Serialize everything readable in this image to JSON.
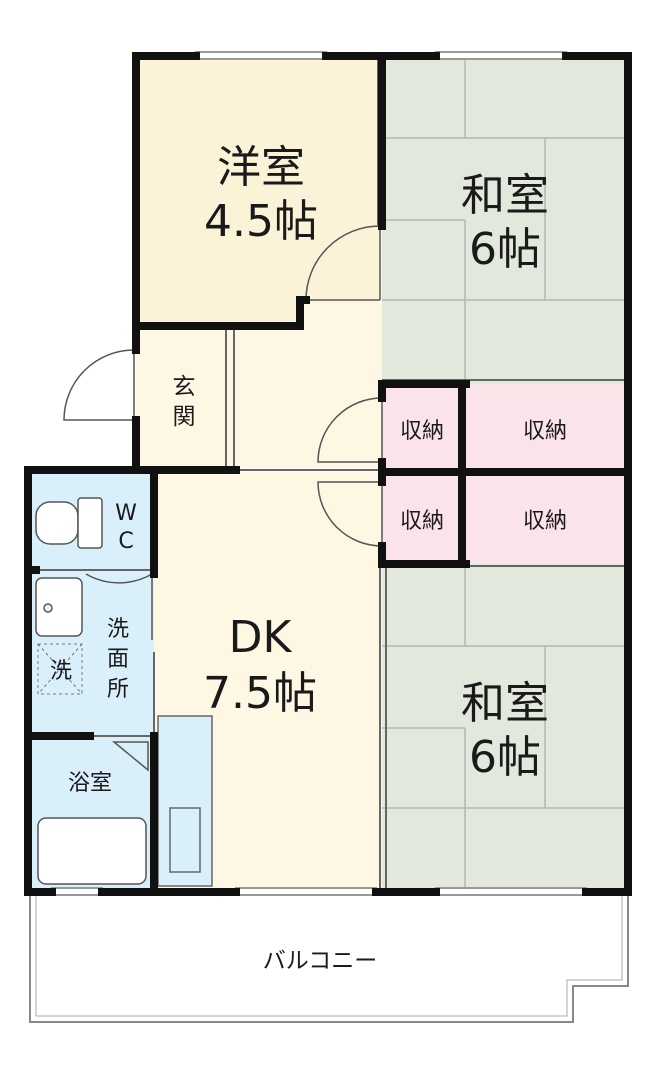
{
  "rooms": {
    "western": {
      "name": "洋室",
      "size": "4.5帖"
    },
    "japanese_top": {
      "name": "和室",
      "size": "6帖"
    },
    "japanese_bottom": {
      "name": "和室",
      "size": "6帖"
    },
    "dk": {
      "name": "DK",
      "size": "7.5帖"
    },
    "entrance": {
      "char1": "玄",
      "char2": "関"
    },
    "wc": {
      "char1": "W",
      "char2": "C"
    },
    "washroom": {
      "char1": "洗",
      "char2": "面",
      "char3": "所",
      "washer": "洗"
    },
    "bath": {
      "name": "浴室"
    },
    "balcony": {
      "name": "バルコニー"
    }
  },
  "storage": {
    "s1": "収納",
    "s2": "収納",
    "s3": "収納",
    "s4": "収納"
  },
  "colors": {
    "western_room": "#faf3d8",
    "japanese_room": "#e3e8dc",
    "dk_room": "#fdf7e4",
    "storage": "#fbe3ea",
    "wet_area": "#d9f0fb",
    "wall": "#111111",
    "window": "#999999"
  }
}
